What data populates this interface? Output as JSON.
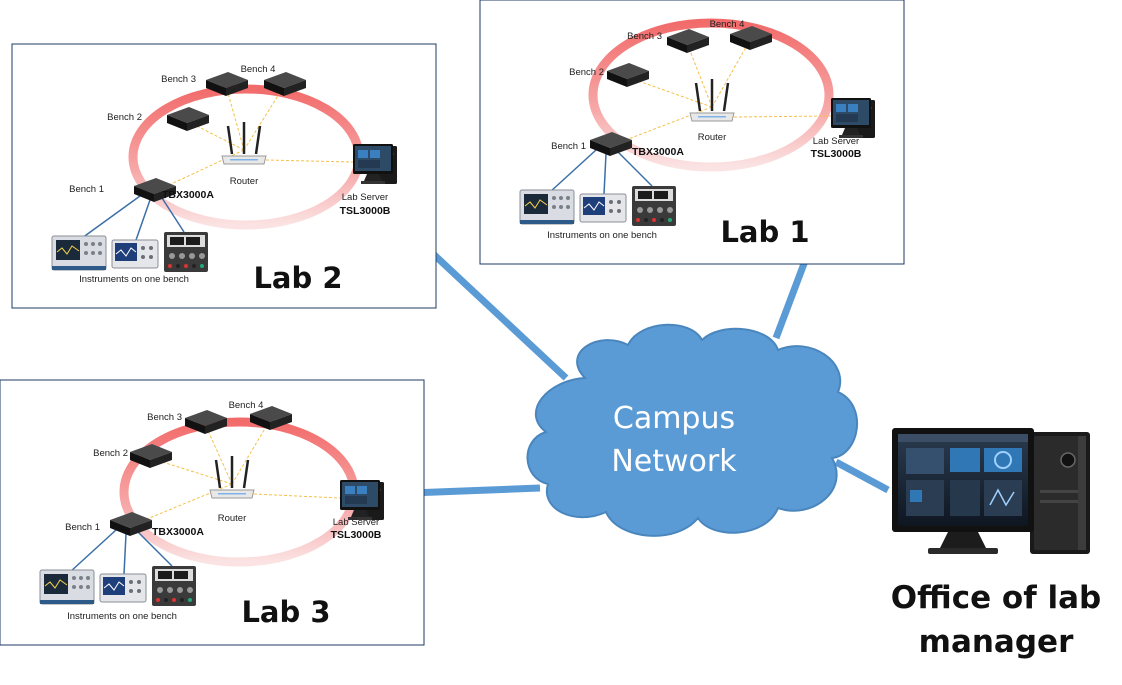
{
  "labs": [
    {
      "id": "lab2",
      "title": "Lab 2",
      "benches": [
        "Bench 1",
        "Bench 2",
        "Bench 3",
        "Bench 4"
      ],
      "bench_model": "TBX3000A",
      "router": "Router",
      "server_label": "Lab Server",
      "server_model": "TSL3000B",
      "instruments_caption": "Instruments on one bench"
    },
    {
      "id": "lab1",
      "title": "Lab 1",
      "benches": [
        "Bench 1",
        "Bench 2",
        "Bench 3",
        "Bench 4"
      ],
      "bench_model": "TBX3000A",
      "router": "Router",
      "server_label": "Lab Server",
      "server_model": "TSL3000B",
      "instruments_caption": "Instruments on one bench"
    },
    {
      "id": "lab3",
      "title": "Lab 3",
      "benches": [
        "Bench 1",
        "Bench 2",
        "Bench 3",
        "Bench 4"
      ],
      "bench_model": "TBX3000A",
      "router": "Router",
      "server_label": "Lab Server",
      "server_model": "TSL3000B",
      "instruments_caption": "Instruments on one bench"
    }
  ],
  "cloud": {
    "line1": "Campus",
    "line2": "Network"
  },
  "office": {
    "line1": "Office of lab",
    "line2": "manager"
  },
  "colors": {
    "link": "#5B9BD5",
    "cloud": "#5B9BD5",
    "ring": "#F08080",
    "wifi": "#F5C04A",
    "panel_border": "#1F3864"
  }
}
